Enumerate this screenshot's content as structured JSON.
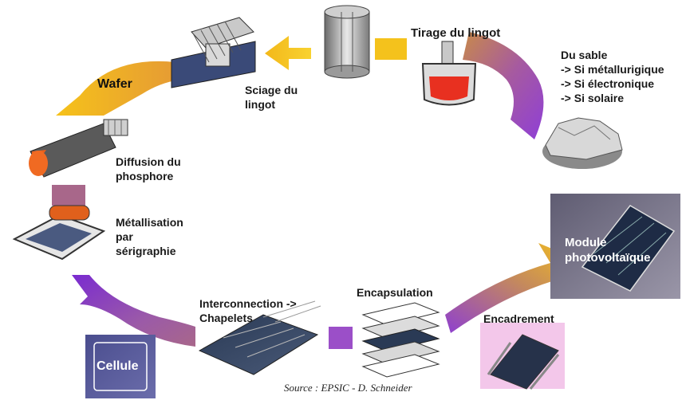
{
  "steps": {
    "tirage": "Tirage du lingot",
    "sable_title": "Du sable",
    "sable_items": [
      "-> Si métallurigique",
      "-> Si électronique",
      "-> Si solaire"
    ],
    "sciage": [
      "Sciage du",
      "lingot"
    ],
    "wafer": "Wafer",
    "diffusion": [
      "Diffusion du",
      "phosphore"
    ],
    "metallisation": [
      "Métallisation",
      "par",
      "sérigraphie"
    ],
    "interconnection": [
      "Interconnection ->",
      "Chapelets"
    ],
    "encapsulation": "Encapsulation",
    "module": [
      "Module",
      "photovoltaïque"
    ],
    "encadrement": "Encadrement",
    "cellule": "Cellule"
  },
  "source": "Source : EPSIC - D. Schneider",
  "colors": {
    "arrow_yellow": "#f5c518",
    "arrow_orange": "#f0a020",
    "arrow_purple": "#9b4fc8",
    "arrow_violet": "#7a2bd0",
    "connector_mauve": "#a8678a",
    "module_bg": "#6e6a80",
    "cellule_bg": "#5c5e98",
    "encadrement_bg": "#f3c7ea",
    "crucible_red": "#e83020"
  }
}
